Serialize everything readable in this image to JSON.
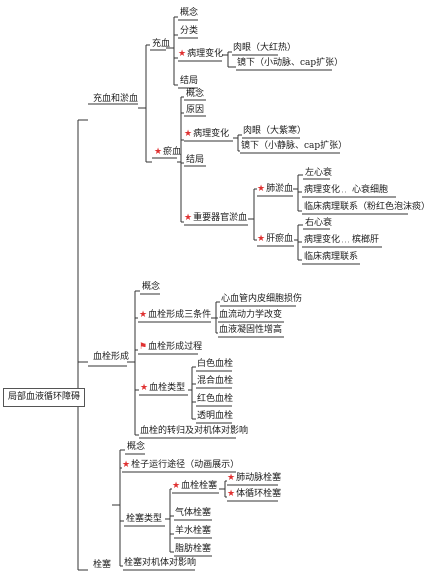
{
  "root": "局部血液循环障碍",
  "level1": {
    "hyperemia_congestion": "充血和淤血",
    "thrombosis": "血栓形成",
    "embolism": "栓塞"
  },
  "hyperemia": {
    "title": "充血",
    "concept": "概念",
    "classification": "分类",
    "pathology": "病理变化",
    "gross": "肉眼（大红热）",
    "micro": "镜下（小动脉、cap扩张）",
    "outcome": "结局"
  },
  "congestion": {
    "title": "瘀血",
    "concept": "概念",
    "cause": "原因",
    "pathology": "病理变化",
    "gross": "肉眼（大紫寒）",
    "micro": "镜下（小静脉、cap扩张）",
    "outcome": "结局",
    "organ": "重要器官淤血",
    "lung": {
      "title": "肺淤血",
      "cause": "左心衰",
      "pathology": "病理变化",
      "pathology_detail": "心衰细胞",
      "clinical": "临床病理联系（粉红色泡沫痰）"
    },
    "liver": {
      "title": "肝瘀血",
      "cause": "右心衰",
      "pathology": "病理变化",
      "pathology_detail": "槟榔肝",
      "clinical": "临床病理联系"
    }
  },
  "thrombus": {
    "concept": "概念",
    "conditions": "血栓形成三条件",
    "cond1": "心血管内皮细胞损伤",
    "cond2": "血流动力学改变",
    "cond3": "血液凝固性增高",
    "process": "血栓形成过程",
    "types": "血栓类型",
    "white": "白色血栓",
    "mixed": "混合血栓",
    "red": "红色血栓",
    "hyaline": "透明血栓",
    "fate": "血栓的转归及对机体对影响"
  },
  "embolus": {
    "concept": "概念",
    "route": "栓子运行途径（动画展示）",
    "types": "栓塞类型",
    "thromboembolism": "血栓栓塞",
    "pulmonary": "肺动脉栓塞",
    "systemic": "体循环栓塞",
    "gas": "气体栓塞",
    "amniotic": "羊水栓塞",
    "fat": "脂肪栓塞",
    "effect": "栓塞对机体对影响"
  },
  "colors": {
    "line": "#333333",
    "star": "#e03131"
  }
}
